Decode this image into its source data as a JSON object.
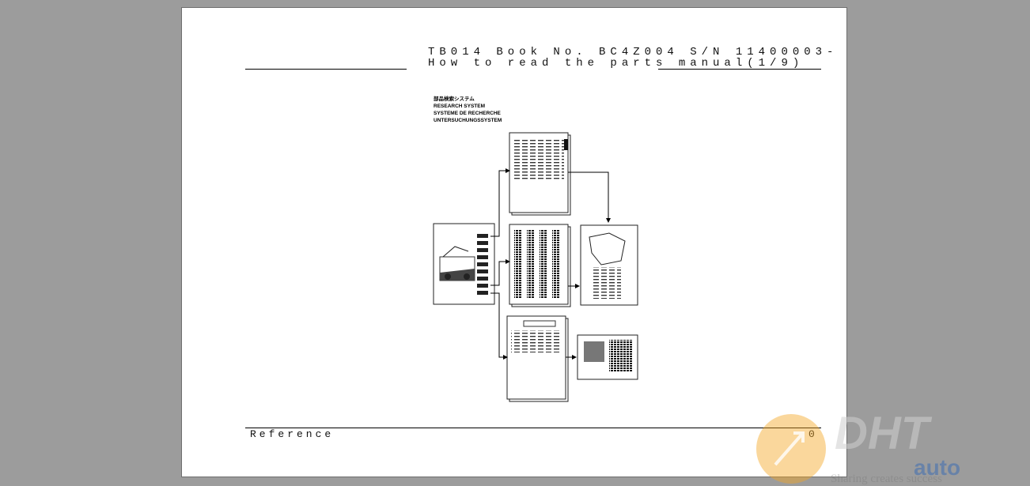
{
  "header": {
    "line1": "TB014  Book No. BC4Z004  S/N 11400003-",
    "line2": "How to read the parts manual(1/9)"
  },
  "labels": {
    "jp": "部品検索システム",
    "en": "RESEARCH SYSTEM",
    "fr": "SYSTEME DE RECHERCHE",
    "de": "UNTERSUCHUNGSSYSTEM"
  },
  "footer": {
    "reference": "Reference",
    "page_number": "0"
  },
  "watermark": {
    "brand": "DHT",
    "brand_sub": "auto",
    "tagline": "Sharing creates success",
    "colors": {
      "orange": "#f5a623",
      "green": "#5aa02c",
      "red": "#d83a2a",
      "blue": "#2a63b8"
    }
  }
}
